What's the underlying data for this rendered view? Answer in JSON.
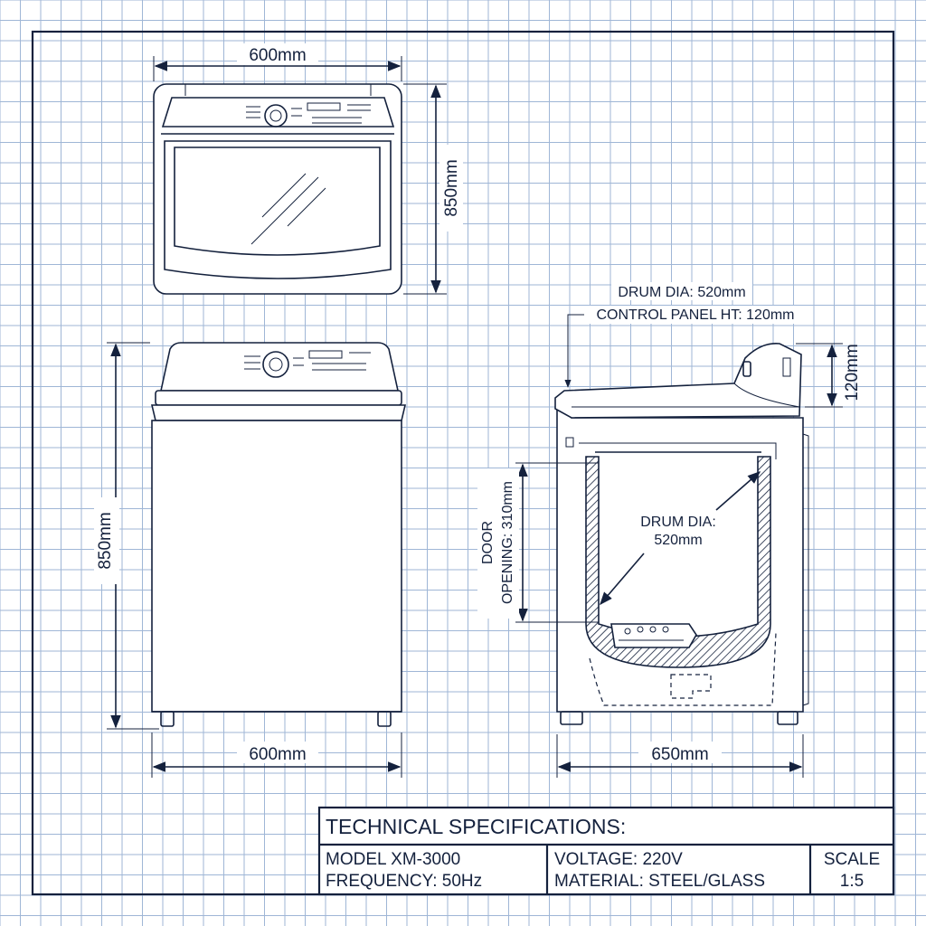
{
  "grid": {
    "color": "#9fb6d6",
    "line_color": "#14213d"
  },
  "top_view": {
    "width_label": "600mm",
    "height_label": "850mm"
  },
  "front_view": {
    "width_label": "600mm",
    "height_label": "850mm"
  },
  "side_view": {
    "width_label": "650mm",
    "control_panel_label": "120mm",
    "callout_drum": "DRUM DIA: 520mm",
    "callout_panel": "CONTROL PANEL HT: 120mm",
    "drum_label_line1": "DRUM DIA:",
    "drum_label_line2": "520mm",
    "door_label_line1": "DOOR",
    "door_label_line2": "OPENING: 310mm"
  },
  "title_block": {
    "heading": "TECHNICAL SPECIFICATIONS:",
    "model": "MODEL XM-3000",
    "frequency": "FREQUENCY: 50Hz",
    "voltage": "VOLTAGE: 220V",
    "material": "MATERIAL: STEEL/GLASS",
    "scale_label": "SCALE",
    "scale_value": "1:5"
  }
}
